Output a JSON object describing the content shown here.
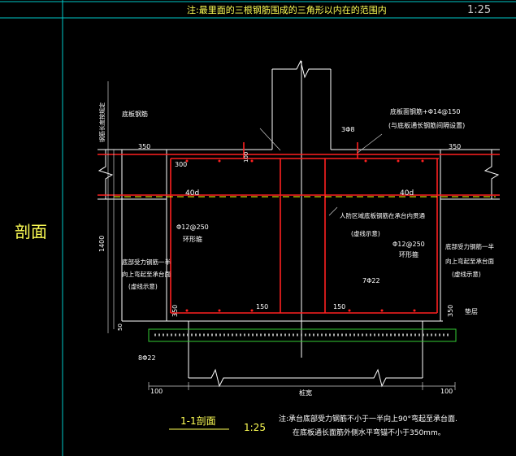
{
  "header": {
    "note": "注:最里面的三根钢筋围成的三角形以内在的范围内",
    "scale": "1:25"
  },
  "side": {
    "label": "剖面"
  },
  "labels": {
    "top_bar": "底板钢筋",
    "top_right_bar": "底板面钢筋+Φ14@150",
    "top_right_bar_note": "(与底板通长钢筋间隔设置)",
    "stirrup": "3Φ8",
    "left_vertical": "钢筋长度按规定",
    "dim_350_left": "350",
    "dim_350_right": "350",
    "dim_300": "300",
    "dim_100": "100",
    "lap_left": "40d",
    "lap_right": "40d",
    "center_note": "人防区域底板钢筋在承台内贯通",
    "center_note_sub": "(虚线示意)",
    "left_side_bar": "Φ12@250",
    "left_side_bar_sub": "环形箍",
    "right_side_bar": "Φ12@250",
    "right_side_bar_sub": "环形箍",
    "left_bottom_note_1": "底部受力钢筋一半",
    "left_bottom_note_2": "向上弯起至承台面",
    "left_bottom_note_3": "(虚线示意)",
    "right_bottom_note_1": "底部受力钢筋一半",
    "right_bottom_note_2": "向上弯起至承台面",
    "right_bottom_note_3": "(虚线示意)",
    "height_dim": "1400",
    "dim_350_bl": "350",
    "dim_350_br": "350",
    "dim_50": "50",
    "dim_150_l": "150",
    "dim_150_r": "150",
    "bottom_bar": "7Φ22",
    "cushion": "垫层",
    "pile_bar": "8Φ22",
    "dim_100_l": "100",
    "dim_100_r": "100",
    "pile_dim": "桩宽",
    "section_title": "1-1剖面",
    "section_scale": "1:25",
    "footnote_1": "注:承台底部受力钢筋不小于一半向上90°弯起至承台面.",
    "footnote_2": "在底板通长面筋外侧水平弯锚不小于350mm。"
  },
  "colors": {
    "frame": "#00c8c8",
    "line": "#ffffff",
    "rebar": "#ff2020",
    "dashed": "#ffff00",
    "cushion": "#33cc33",
    "text_yellow": "#ffff55"
  }
}
